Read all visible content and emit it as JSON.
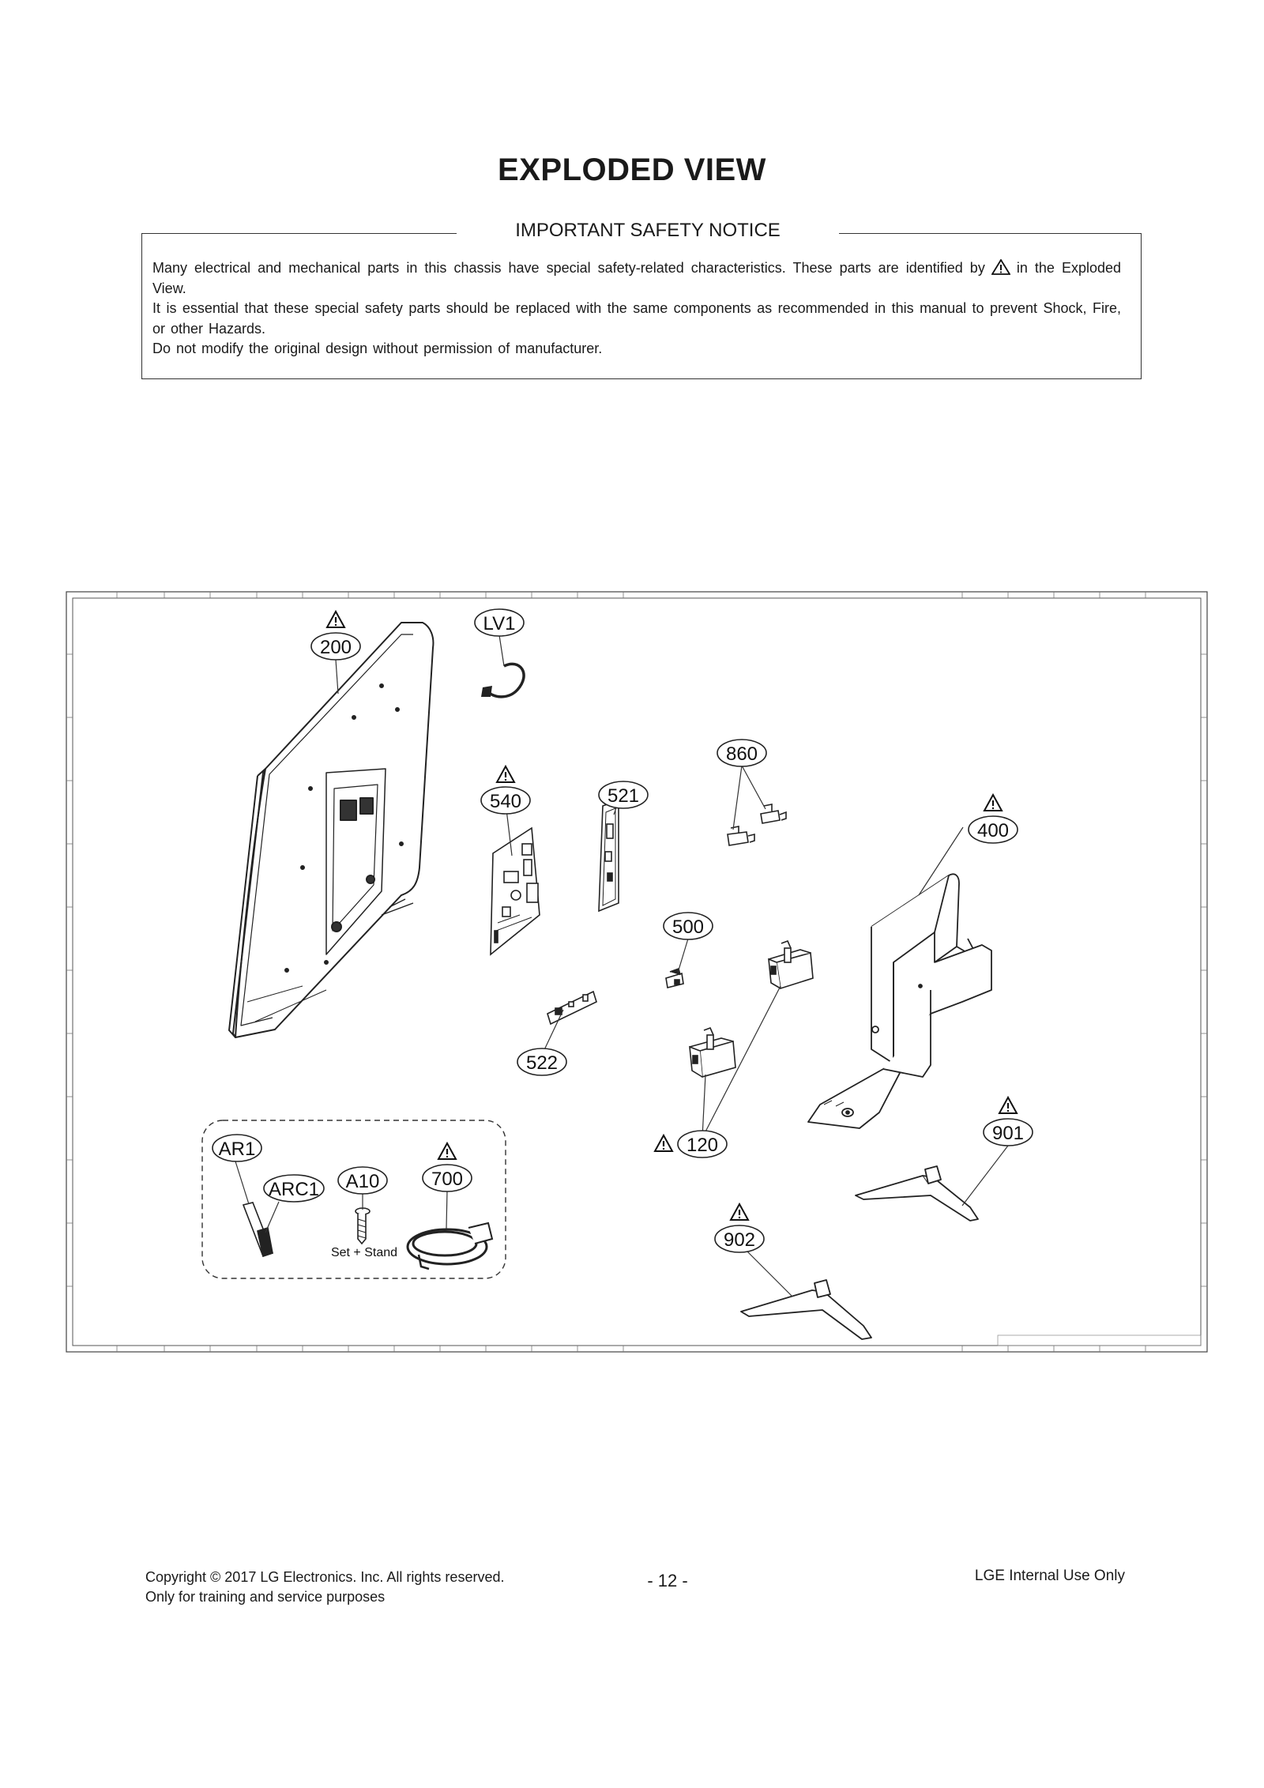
{
  "page": {
    "title": "EXPLODED VIEW",
    "notice_heading": "IMPORTANT SAFETY NOTICE",
    "notice_line1_a": "Many electrical and mechanical parts in this chassis have special safety-related characteristics. These parts are identified by",
    "notice_line1_b": "in the  Exploded  View.",
    "notice_line2": "It is essential that these special safety parts should be replaced with the same components  as recommended  in this manual to prevent Shock, Fire, or other Hazards.",
    "notice_line3": "Do not modify the original design without permission of manufacturer."
  },
  "callouts": {
    "c200": "200",
    "cLV1": "LV1",
    "c860": "860",
    "c540": "540",
    "c521": "521",
    "c400": "400",
    "c500": "500",
    "c522": "522",
    "c120": "120",
    "c901": "901",
    "c902": "902",
    "cAR1": "AR1",
    "cARC1": "ARC1",
    "cA10": "A10",
    "c700": "700"
  },
  "set_stand_label": "Set + Stand",
  "footer": {
    "copyright": "Copyright  © 2017  LG Electronics. Inc. All rights reserved.",
    "training": "Only for training and service purposes",
    "page_number": "- 12 -",
    "internal": "LGE Internal Use Only"
  }
}
